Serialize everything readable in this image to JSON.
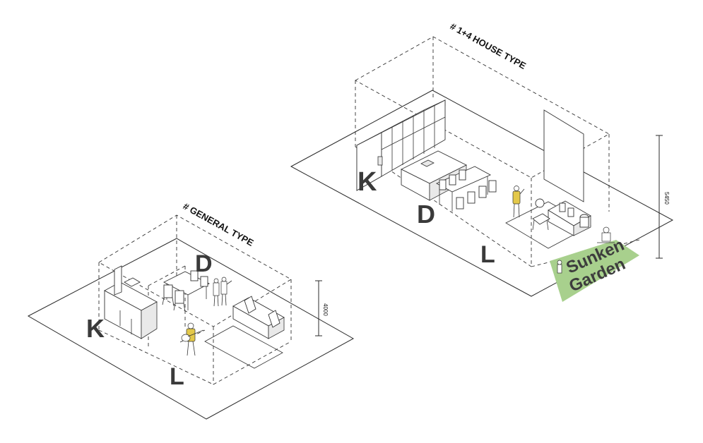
{
  "general": {
    "title": "# GENERAL TYPE",
    "height_label": "4000",
    "zones": {
      "kitchen": "K",
      "dining": "D",
      "living": "L"
    }
  },
  "house": {
    "title": "# 1+4 HOUSE TYPE",
    "height_label": "5450",
    "zones": {
      "kitchen": "K",
      "dining": "D",
      "living": "L"
    },
    "garden_line1": "Sunken",
    "garden_line2": "Garden"
  },
  "colors": {
    "garden": "#a8d08d",
    "accent_figure": "#e3c84a",
    "line": "#333333"
  }
}
